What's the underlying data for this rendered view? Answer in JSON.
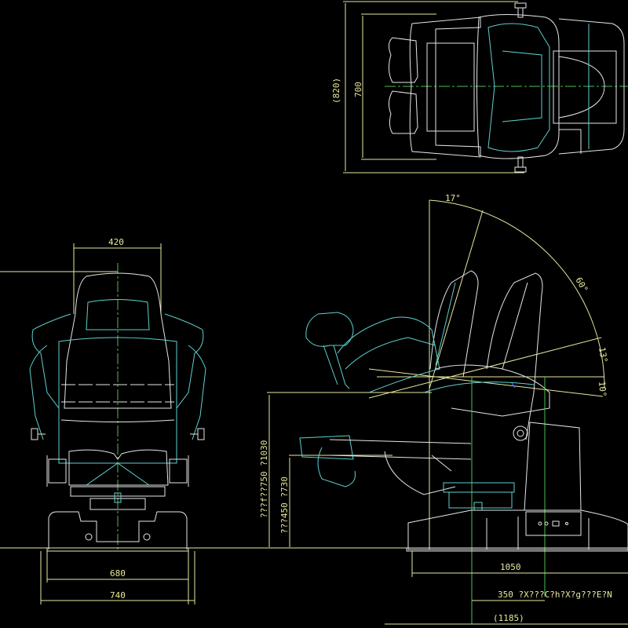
{
  "drawing": {
    "background": "#000000",
    "colors": {
      "dimension": "#e8e8a0",
      "outline": "#e6e6e6",
      "detail": "#5fd0d0",
      "centerline": "#4cc04c"
    },
    "views": {
      "top": {
        "dims": {
          "overall_width": "(820)",
          "seat_width": "700"
        }
      },
      "front": {
        "dims": {
          "headrest_width": "420",
          "base_inner_width": "680",
          "base_outer_width": "740"
        }
      },
      "side": {
        "angles": {
          "backrest_forward": "17°",
          "recline_range": "60°",
          "seat_tilt_upper": "13°",
          "seat_tilt_lower": "10°"
        },
        "dims": {
          "height_total": "???f??750 ?1030",
          "height_seat": "???450 ?730",
          "depth": "1050",
          "travel": "350 ?X???C?h?X?g???E?N",
          "overall_depth": "(1185)"
        }
      }
    }
  }
}
